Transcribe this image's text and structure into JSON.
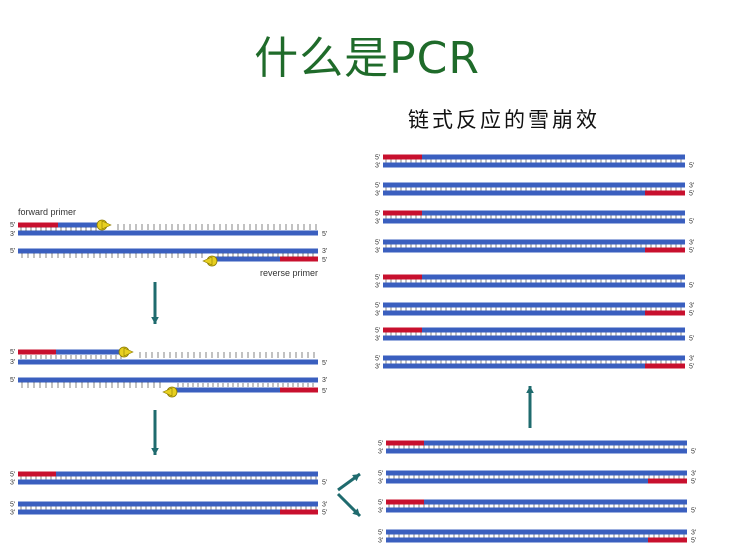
{
  "title": "什么是PCR",
  "subtitle": "链式反应的雪崩效",
  "labels": {
    "forward_primer": "forward primer",
    "reverse_primer": "reverse primer",
    "five_prime": "5'",
    "three_prime": "3'"
  },
  "colors": {
    "title": "#1f6b2a",
    "strand_blue": "#3a5fbf",
    "primer_red": "#c8102e",
    "arrow_teal": "#1f6b6e",
    "polymerase_yellow": "#e8d020"
  }
}
